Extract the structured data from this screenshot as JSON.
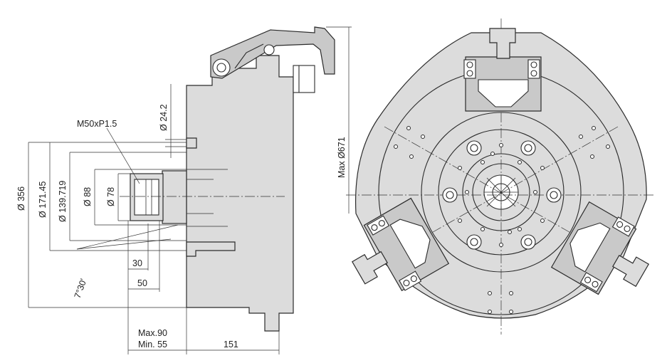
{
  "side_view": {
    "thread_callout": "M50xP1.5",
    "dims": {
      "d_24_2": "Ø 24.2",
      "d_356": "Ø 356",
      "d_171_45": "Ø 171.45",
      "d_139_719": "Ø 139.719",
      "d_88": "Ø 88",
      "d_78": "Ø 78",
      "len_30": "30",
      "len_50": "50",
      "angle": "7°30'",
      "stroke_max": "Max.90",
      "stroke_min": "Min. 55",
      "len_151": "151"
    }
  },
  "front_view": {
    "swing": "Max Ø671"
  }
}
